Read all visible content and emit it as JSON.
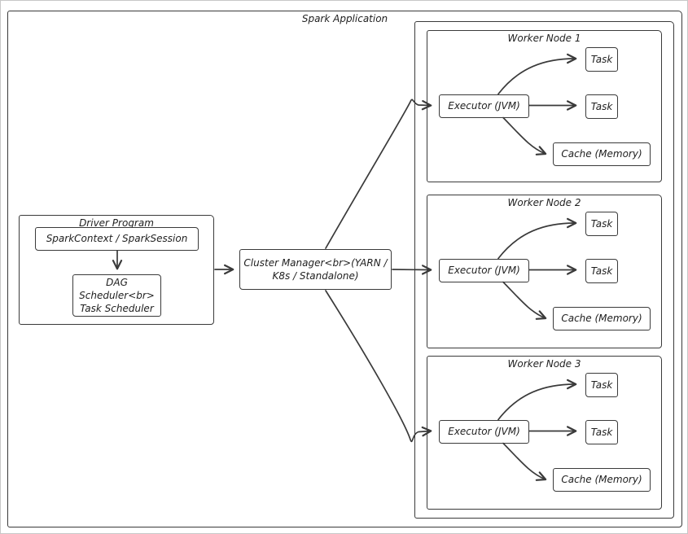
{
  "diagram": {
    "title": "Spark Application",
    "colors": {
      "stroke": "#3a3a3a",
      "background": "#ffffff",
      "text": "#1f1f1f"
    },
    "driver": {
      "label": "Driver Program",
      "spark_context": "SparkContext / SparkSession",
      "dag_scheduler": "DAG Scheduler<br>Task Scheduler"
    },
    "cluster_manager": {
      "label": "Cluster Manager<br>(YARN / K8s / Standalone)"
    },
    "workers": [
      {
        "label": "Worker Node 1",
        "executor": "Executor (JVM)",
        "tasks": [
          "Task",
          "Task"
        ],
        "cache": "Cache (Memory)"
      },
      {
        "label": "Worker Node 2",
        "executor": "Executor (JVM)",
        "tasks": [
          "Task",
          "Task"
        ],
        "cache": "Cache (Memory)"
      },
      {
        "label": "Worker Node 3",
        "executor": "Executor (JVM)",
        "tasks": [
          "Task",
          "Task"
        ],
        "cache": "Cache (Memory)"
      }
    ]
  }
}
